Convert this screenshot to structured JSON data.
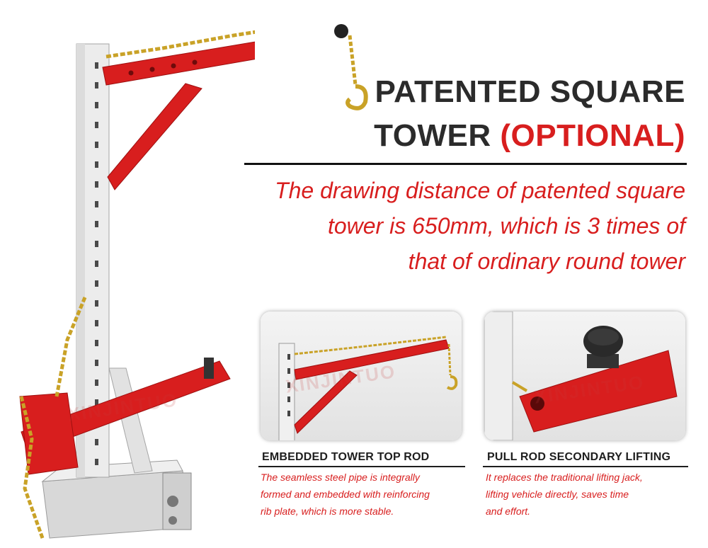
{
  "heading": {
    "line1": "PATENTED SQUARE",
    "line2_dark": "TOWER ",
    "line2_red": "(OPTIONAL)"
  },
  "description": [
    "The drawing distance of patented square",
    "tower is 650mm, which is 3 times of",
    "that of ordinary round tower"
  ],
  "features": [
    {
      "caption": "EMBEDDED TOWER TOP ROD",
      "text": [
        "The seamless steel pipe is integrally",
        "formed and embedded with reinforcing",
        "rib plate, which is more stable."
      ]
    },
    {
      "caption": "PULL ROD SECONDARY LIFTING",
      "text": [
        "It replaces the traditional lifting jack,",
        "lifting vehicle directly, saves time",
        "and effort."
      ]
    }
  ],
  "watermark": "XINJINTUO",
  "colors": {
    "accent": "#d81e1e",
    "dark": "#2b2b2b",
    "steel": "#e8e8e8",
    "chain": "#c9a227"
  }
}
